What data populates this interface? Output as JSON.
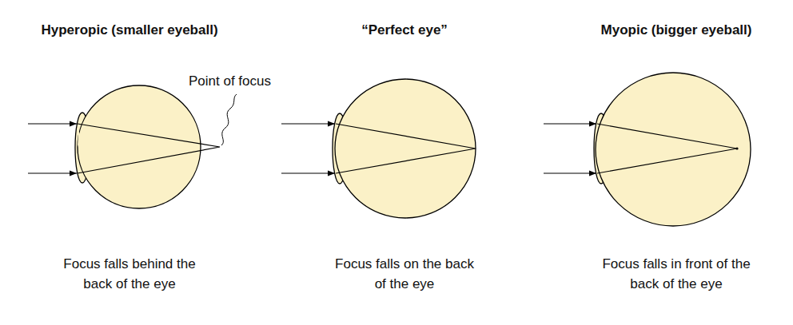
{
  "diagram": {
    "nodes": [
      {
        "text": [
          "Hyperopic (smaller eyeball)",
          "Focus falls behind the back of the eye"
        ]
      },
      {
        "text": [
          "“Perfect eye”",
          "Focus falls on the back of the eye"
        ]
      },
      {
        "text": [
          "Myopic (bigger eyeball)",
          "Focus falls in front of the back of the eye"
        ]
      }
    ],
    "labels": [
      "Point of focus"
    ]
  }
}
